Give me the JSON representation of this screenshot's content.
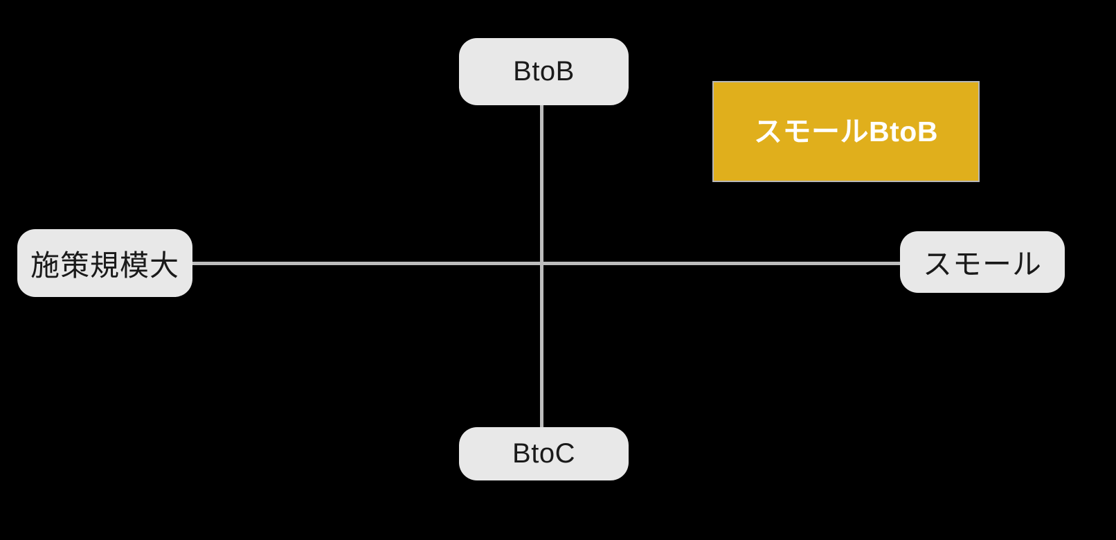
{
  "diagram": {
    "type": "positioning-map",
    "background_color": "#000000",
    "axis_color": "#bdbdbd",
    "pill_background_color": "#e8e8e8",
    "pill_text_color": "#1a1a1a",
    "highlight_fill_color": "#e0af1c",
    "highlight_text_color": "#ffffff",
    "highlight_border_color": "#b8b8b8",
    "axes": {
      "vertical": {
        "top_label": "BtoB",
        "bottom_label": "BtoC"
      },
      "horizontal": {
        "left_label": "施策規模大",
        "right_label": "スモール"
      }
    },
    "highlight": {
      "label": "スモールBtoB",
      "quadrant": "upper-right"
    }
  }
}
